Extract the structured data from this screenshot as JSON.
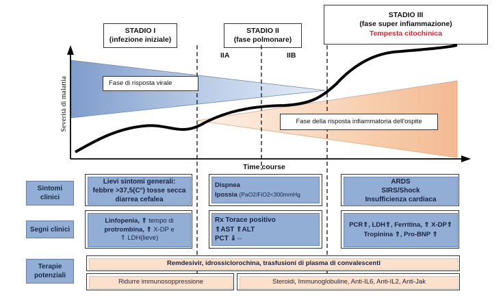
{
  "stages": {
    "s1": {
      "title": "STADIO I",
      "subtitle": "(infezione iniziale)"
    },
    "s2": {
      "title": "STADIO II",
      "subtitle": "(fase polmonare)"
    },
    "s3": {
      "title": "STADIO III",
      "subtitle": "(fase super infiammazione)",
      "note": "Tempesta citochinica"
    },
    "iia": "IIA",
    "iib": "IIB"
  },
  "axes": {
    "ylabel": "Severità di malattia",
    "xlabel": "Time course"
  },
  "phases": {
    "viral": "Fase di risposta virale",
    "host": "Fase della risposta infiammatoria dell'ospite"
  },
  "rows": {
    "sintomi": {
      "label_1": "Sintomi",
      "label_2": "clinici",
      "s1_line1": "Lievi sintomi generali:",
      "s1_line2": "febbre >37,5(C°) tosse secca",
      "s1_line3": "diarrea cefalea",
      "s2_line1": "Dispnea",
      "s2_line2a": "Ipossia ",
      "s2_line2b": "(PaO2/FiO2<300mmHg",
      "s3_line1": "ARDS",
      "s3_line2": "SIRS/Shock",
      "s3_line3": "Insufficienza cardiaca"
    },
    "segni": {
      "label": "Segni clinici",
      "s1_line1a": "Linfopenia, ⇑ ",
      "s1_line1b": "tempo di",
      "s1_line2a": "protrombina, ⇑ ",
      "s1_line2b": "X-DP e",
      "s1_line3a": "⇑ ",
      "s1_line3b": "LDH(lieve)",
      "s2_line1": "Rx Torace positivo",
      "s2_line2": "⇑AST  ⇑ALT",
      "s2_line3": "PCT ⇓⇔",
      "s3_line1": "PCR⇑,  LDH⇑, Ferritina, ⇑ X-DP⇑",
      "s3_line2": "Tropinina ⇑, Pro-BNP ⇑"
    },
    "terapie": {
      "label_1": "Terapie",
      "label_2": "potenziali",
      "wide": "Remdesivir, idrossiclorochina, trasfusioni di plasma di convalescenti",
      "left": "Ridurre immunosoppressione",
      "right": "Steroidi, Immunoglobuline, Anti-IL6, Anti-IL2, Anti-Jak"
    }
  },
  "colors": {
    "blue_fill": "#92aed4",
    "peach_fill": "#fbe1cc",
    "red_text": "#e8222c",
    "curve": "#000000"
  }
}
